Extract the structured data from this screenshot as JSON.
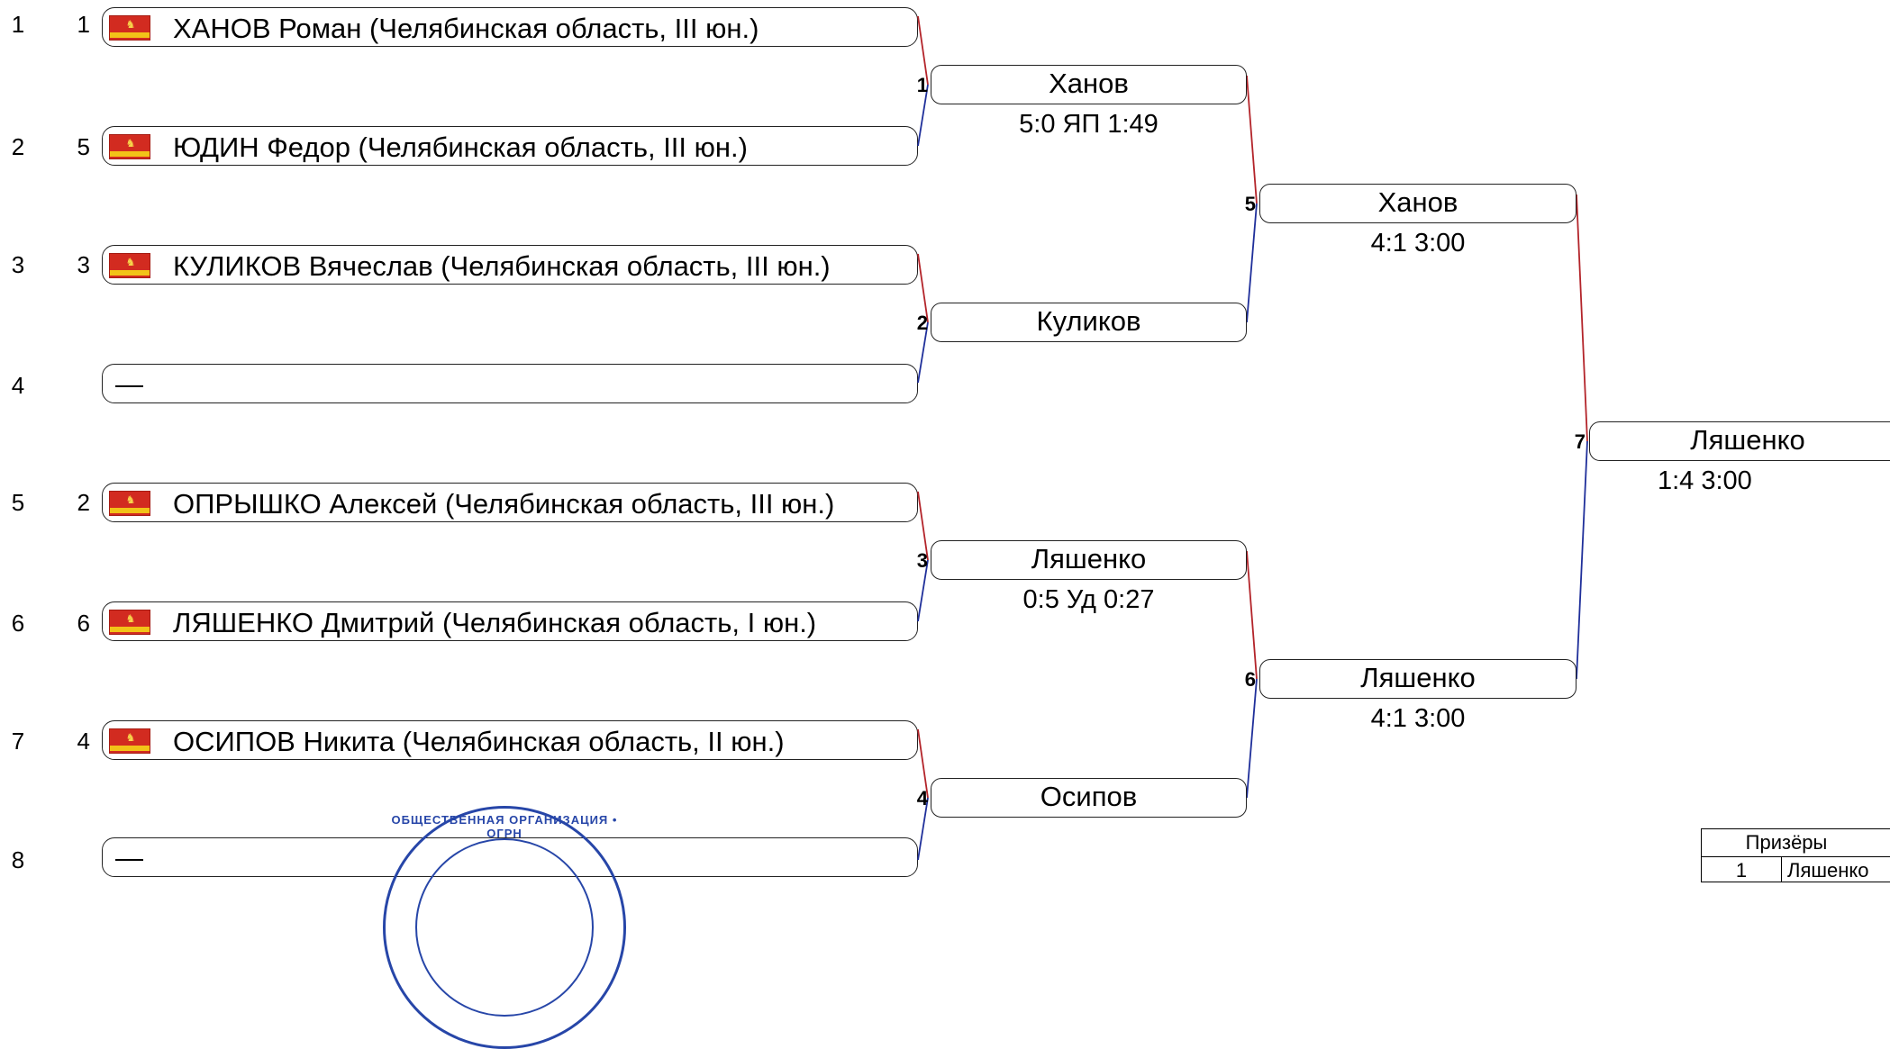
{
  "rows": [
    {
      "num": "1",
      "seed": "1",
      "name": "ХАНОВ Роман (Челябинская область, III юн.)",
      "flag": true
    },
    {
      "num": "2",
      "seed": "5",
      "name": "ЮДИН Федор (Челябинская область, III юн.)",
      "flag": true
    },
    {
      "num": "3",
      "seed": "3",
      "name": "КУЛИКОВ Вячеслав (Челябинская область, III юн.)",
      "flag": true
    },
    {
      "num": "4",
      "seed": "",
      "name": "—",
      "flag": false
    },
    {
      "num": "5",
      "seed": "2",
      "name": "ОПРЫШКО Алексей (Челябинская область, III юн.)",
      "flag": true
    },
    {
      "num": "6",
      "seed": "6",
      "name": "ЛЯШЕНКО Дмитрий (Челябинская область, I юн.)",
      "flag": true
    },
    {
      "num": "7",
      "seed": "4",
      "name": "ОСИПОВ Никита (Челябинская область, II юн.)",
      "flag": true
    },
    {
      "num": "8",
      "seed": "",
      "name": "—",
      "flag": false
    }
  ],
  "matches": [
    {
      "num": "1",
      "winner": "Ханов",
      "score": "5:0 ЯП  1:49"
    },
    {
      "num": "2",
      "winner": "Куликов",
      "score": ""
    },
    {
      "num": "3",
      "winner": "Ляшенко",
      "score": "0:5 Уд  0:27"
    },
    {
      "num": "4",
      "winner": "Осипов",
      "score": ""
    },
    {
      "num": "5",
      "winner": "Ханов",
      "score": "4:1  3:00"
    },
    {
      "num": "6",
      "winner": "Ляшенко",
      "score": "4:1  3:00"
    },
    {
      "num": "7",
      "winner": "Ляшенко",
      "score": "1:4  3:00"
    }
  ],
  "prizes": {
    "title": "Призёры",
    "first_place": "1",
    "first_name": "Ляшенко"
  },
  "seal": {
    "text": "ОБЩЕСТВЕННАЯ ОРГАНИЗАЦИЯ • ОГРН"
  },
  "colors": {
    "red_line": "#b3242a",
    "blue_line": "#1f2f9a",
    "flag_red": "#d22b20",
    "flag_yellow": "#f2c318",
    "seal_blue": "#2746a8"
  }
}
